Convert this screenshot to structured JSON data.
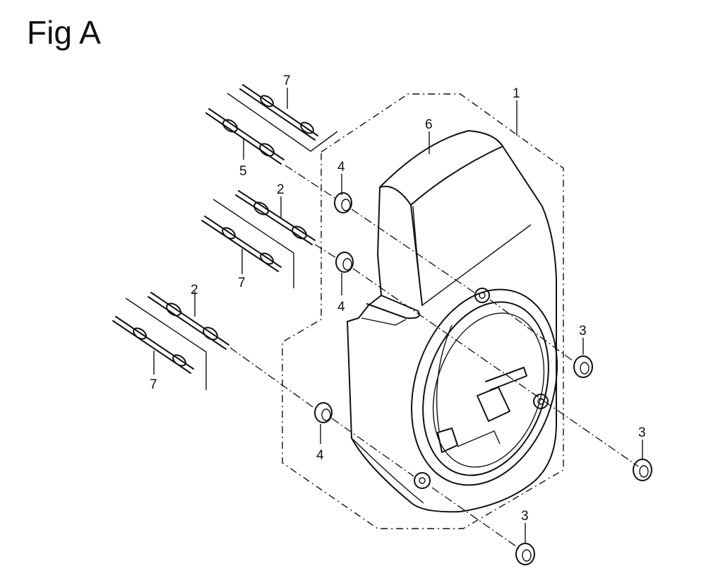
{
  "figure": {
    "title": "Fig A"
  },
  "callouts": {
    "c1": "1",
    "c6": "6",
    "c7_top": "7",
    "c5": "5",
    "c4_top": "4",
    "c2_upper": "2",
    "c7_mid": "7",
    "c4_mid": "4",
    "c2_lower": "2",
    "c7_lower": "7",
    "c3_upper": "3",
    "c3_right": "3",
    "c4_lower": "4",
    "c3_bottom": "3"
  }
}
